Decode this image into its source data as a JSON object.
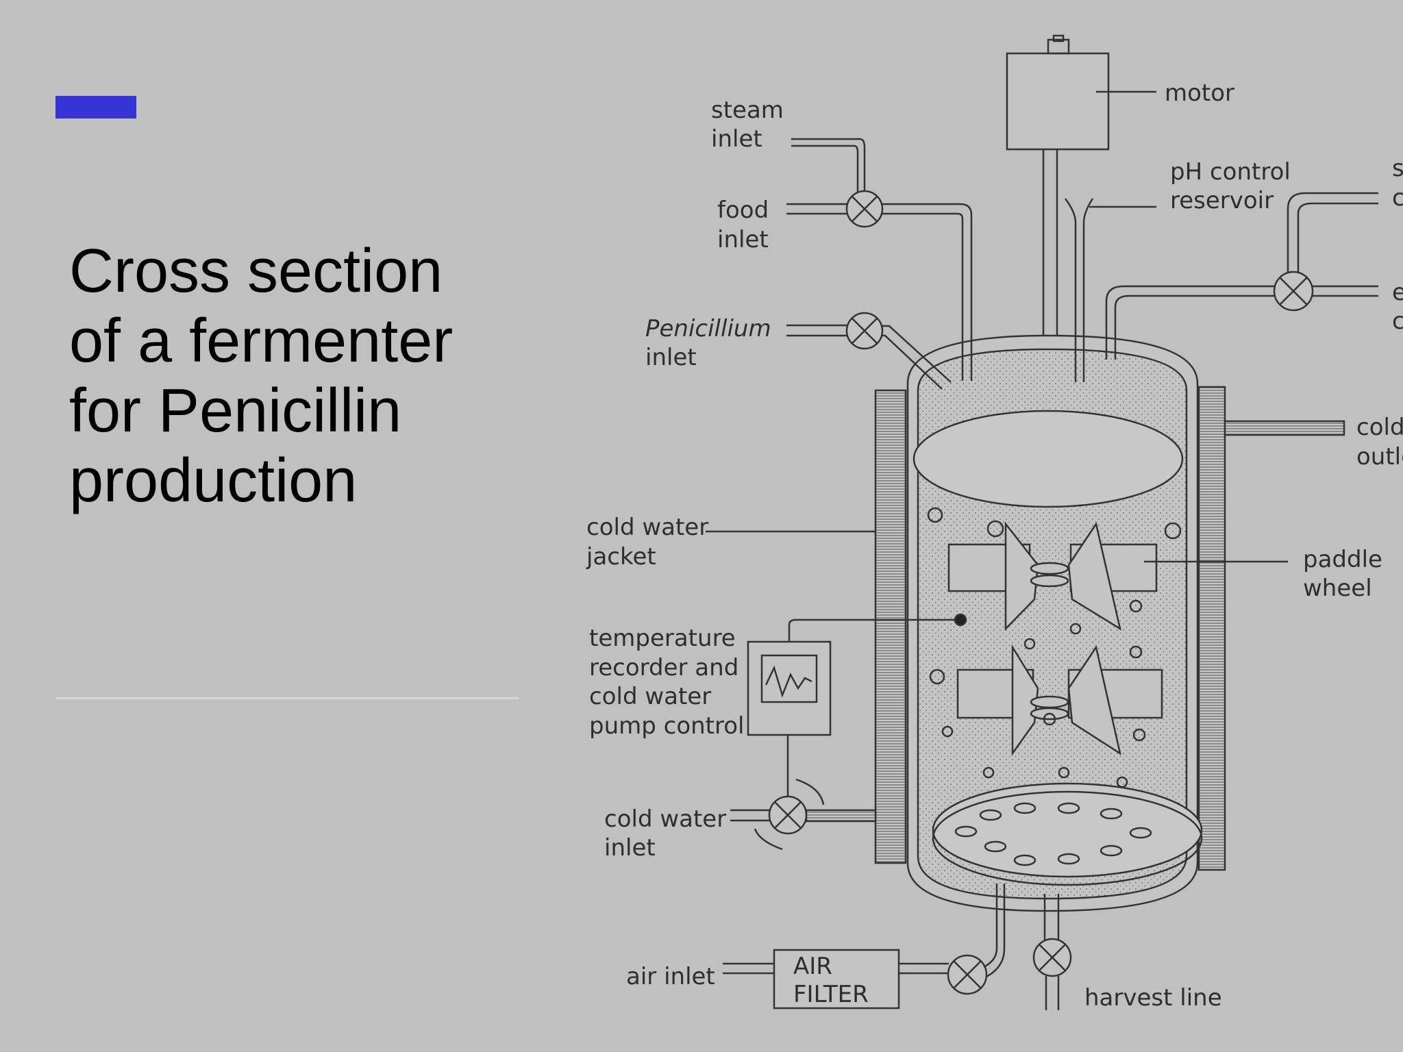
{
  "slide": {
    "title_lines": [
      "Cross section",
      "of a fermenter",
      "for Penicillin",
      "production"
    ],
    "accent_color": "#3535d6",
    "divider_color": "#d8d8d8",
    "background": "#c0c0c0"
  },
  "diagram": {
    "labels": {
      "motor": "motor",
      "steam_inlet_1": "steam",
      "steam_inlet_2": "inlet",
      "food_inlet_1": "food",
      "food_inlet_2": "inlet",
      "penicillium_inlet_1": "Penicillium",
      "penicillium_inlet_2": "inlet",
      "ph_control_1": "pH control",
      "ph_control_2": "reservoir",
      "cold_water_jacket_1": "cold water",
      "cold_water_jacket_2": "jacket",
      "temp_recorder_1": "temperature",
      "temp_recorder_2": "recorder and",
      "temp_recorder_3": "cold water",
      "temp_recorder_4": "pump control",
      "cold_water_inlet_1": "cold water",
      "cold_water_inlet_2": "inlet",
      "air_inlet": "air inlet",
      "air_filter_1": "AIR",
      "air_filter_2": "FILTER",
      "harvest_line": "harvest line",
      "paddle_wheel_1": "paddle",
      "paddle_wheel_2": "wheel",
      "cold_outlet_1": "cold",
      "cold_outlet_2": "outle",
      "clipped_1": "s",
      "clipped_2": "c",
      "clipped_3": "e",
      "clipped_4": "c"
    }
  }
}
